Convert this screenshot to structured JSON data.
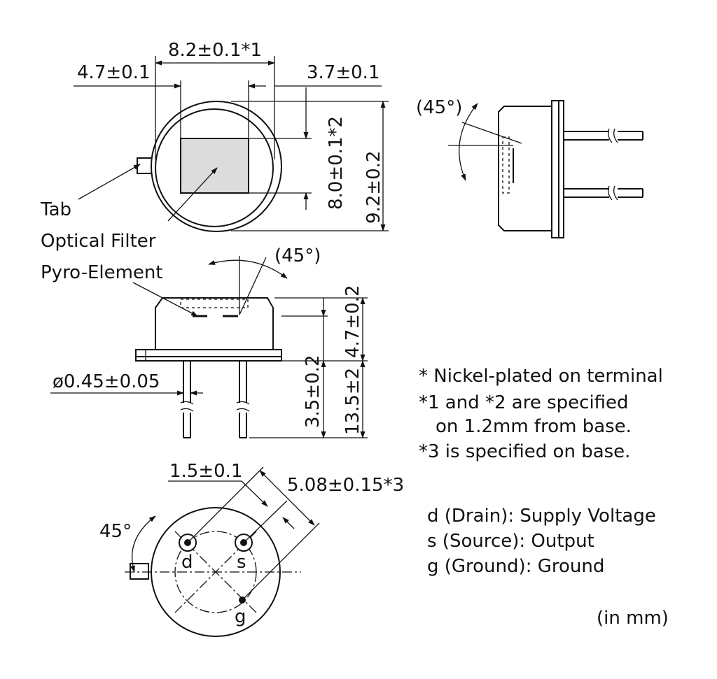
{
  "top_view": {
    "dim_width": "8.2±0.1*1",
    "dim_left": "4.7±0.1",
    "dim_right": "3.7±0.1",
    "dim_filter_height": "8.0±0.1*2",
    "dim_body_height": "9.2±0.2",
    "label_tab": "Tab",
    "label_filter": "Optical Filter"
  },
  "side_view_right": {
    "angle": "(45°)"
  },
  "front_view": {
    "angle": "(45°)",
    "label_pyro": "Pyro-Element",
    "dim_pin_diameter": "ø0.45±0.05",
    "dim_cap_height": "4.7±0.2",
    "dim_lead_short": "3.5±0.2",
    "dim_lead_total": "13.5±2"
  },
  "bottom_view": {
    "dim_offset": "1.5±0.1",
    "dim_pitch": "5.08±0.15*3",
    "angle": "45°",
    "pin_d": "d",
    "pin_s": "s",
    "pin_g": "g"
  },
  "notes": {
    "n1": "* Nickel-plated on terminal",
    "n2": "*1 and *2 are specified",
    "n3": "on 1.2mm from base.",
    "n4": "*3 is specified on base."
  },
  "pins": {
    "d": "d (Drain): Supply Voltage",
    "s": "s (Source): Output",
    "g": "g (Ground): Ground"
  },
  "unit": "(in mm)"
}
